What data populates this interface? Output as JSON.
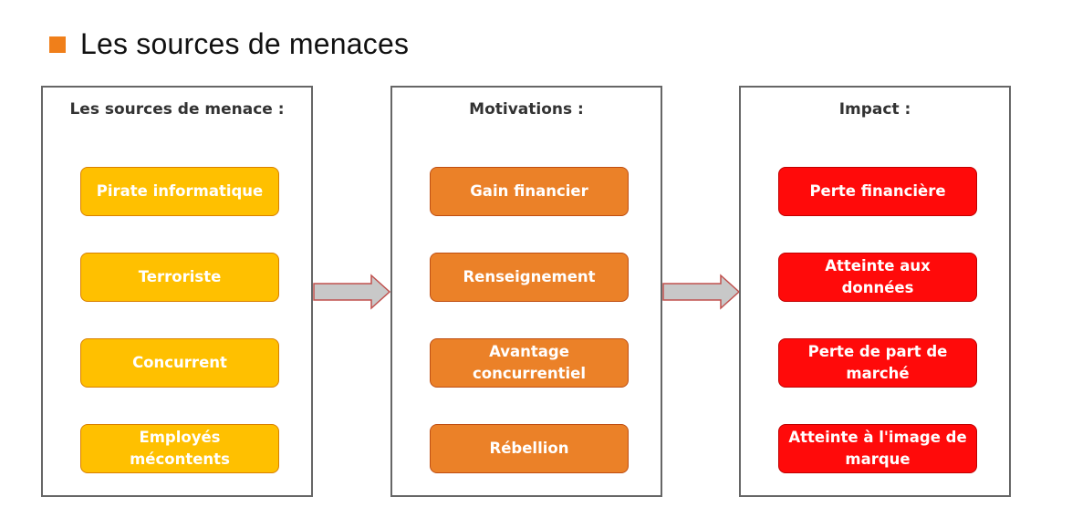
{
  "title": "Les sources de menaces",
  "colors": {
    "bullet": "#F07F1A",
    "sources": "#FFC000",
    "motivations": "#EB8128",
    "impact": "#FF0A0A",
    "arrow": "#C8C8C8"
  },
  "columns": [
    {
      "header": "Les sources de menace :",
      "items": [
        "Pirate informatique",
        "Terroriste",
        "Concurrent",
        "Employés mécontents"
      ]
    },
    {
      "header": "Motivations :",
      "items": [
        "Gain financier",
        "Renseignement",
        "Avantage concurrentiel",
        "Rébellion"
      ]
    },
    {
      "header": "Impact :",
      "items": [
        "Perte financière",
        "Atteinte aux données",
        "Perte de part de marché",
        "Atteinte à l'image de marque"
      ]
    }
  ]
}
